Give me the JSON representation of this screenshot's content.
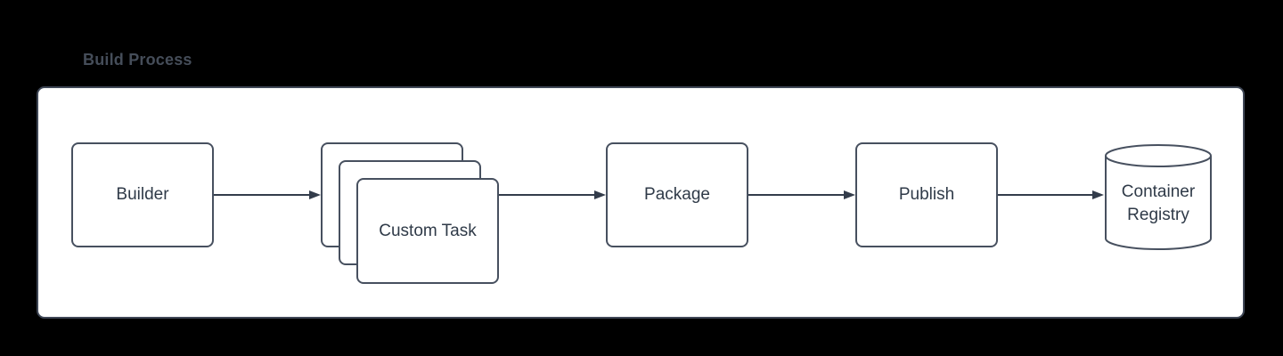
{
  "title": "Build Process",
  "nodes": {
    "builder": {
      "label": "Builder",
      "shape": "rectangle"
    },
    "custom_task": {
      "label": "Custom Task",
      "shape": "stacked-rectangles",
      "stack_count": 3
    },
    "package": {
      "label": "Package",
      "shape": "rectangle"
    },
    "publish": {
      "label": "Publish",
      "shape": "rectangle"
    },
    "container_registry": {
      "label": "Container Registry",
      "shape": "cylinder"
    }
  },
  "edges": [
    {
      "from": "builder",
      "to": "custom_task"
    },
    {
      "from": "custom_task",
      "to": "package"
    },
    {
      "from": "package",
      "to": "publish"
    },
    {
      "from": "publish",
      "to": "container_registry"
    }
  ],
  "colors": {
    "canvas_background": "#000000",
    "panel_fill": "#ffffff",
    "shape_fill": "#ffffff",
    "shape_stroke": "#47505f",
    "connector": "#333c4b",
    "label_text": "#2f3a48",
    "title_text": "#454d59"
  }
}
